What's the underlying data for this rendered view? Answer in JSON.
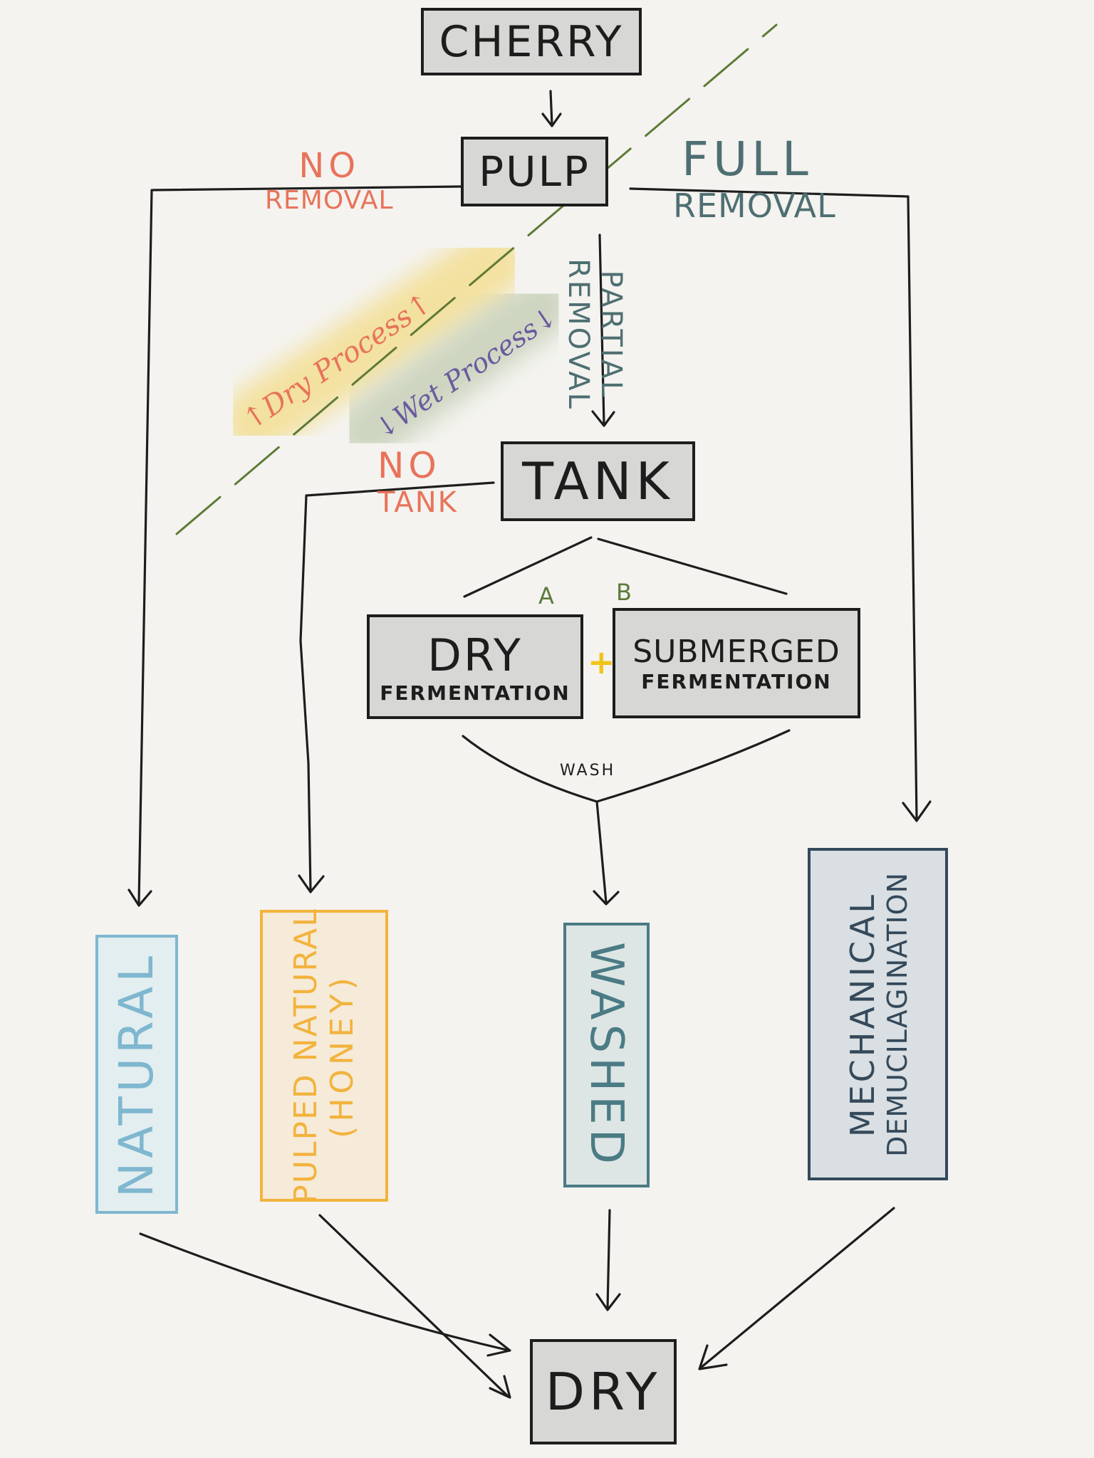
{
  "nodes": {
    "cherry": "CHERRY",
    "pulp": "PULP",
    "tank": "TANK",
    "dry_fermentation": {
      "line1": "DRY",
      "line2": "FERMENTATION"
    },
    "submerged_fermentation": {
      "line1": "SUBMERGED",
      "line2": "FERMENTATION"
    },
    "natural": "NATURAL",
    "pulped_natural": {
      "line1": "PULPED NATURAL",
      "line2": "(HONEY)"
    },
    "washed": "WASHED",
    "mechanical": {
      "line1": "MECHANICAL",
      "line2": "DEMUCILAGINATION"
    },
    "dry": "DRY"
  },
  "edge_labels": {
    "no_removal": {
      "line1": "NO",
      "line2": "REMOVAL"
    },
    "full_removal": {
      "line1": "FULL",
      "line2": "REMOVAL"
    },
    "partial_removal": {
      "line1": "PARTIAL",
      "line2": "REMOVAL"
    },
    "no_tank": {
      "line1": "NO",
      "line2": "TANK"
    },
    "option_a": "A",
    "option_b": "B",
    "plus": "+",
    "wash": "WASH"
  },
  "annotations": {
    "dry_process": "↑Dry Process↑",
    "wet_process": "↓Wet Process↓"
  },
  "colors": {
    "ink": "#1d1d1d",
    "node_fill": "#d7d7d5",
    "no_label": "#e8735a",
    "removal_label": "#4e6f72",
    "ab_label": "#5b7a3a",
    "plus": "#f0c419",
    "divider": "#5f7a36",
    "natural": "#7fb7cf",
    "natural_fill": "#e3eef0",
    "honey": "#f2b33d",
    "honey_fill": "#f6ead8",
    "washed": "#4b7b85",
    "washed_fill": "#dde6e4",
    "mechanical": "#34495a",
    "mechanical_fill": "#d9dfe2",
    "dry_process": "#e8735a",
    "wet_process": "#6a5a9e"
  }
}
